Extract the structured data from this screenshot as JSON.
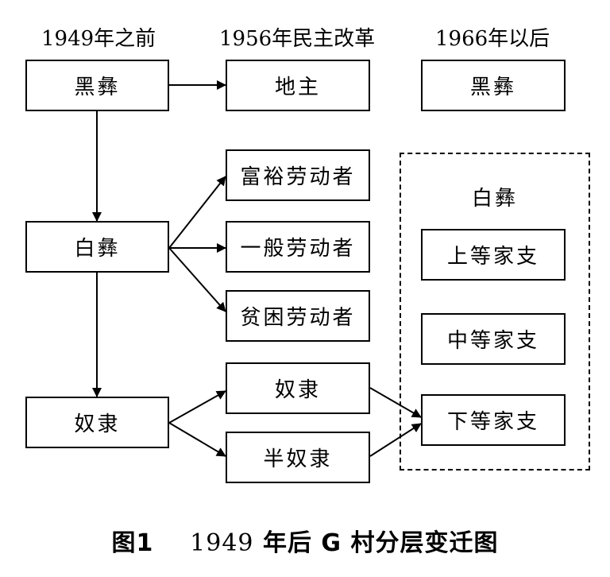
{
  "headers": {
    "col1": "1949年之前",
    "col2": "1956年民主改革",
    "col3": "1966年以后"
  },
  "col1": {
    "heiyi": "黑彝",
    "baiyi": "白彝",
    "nuli": "奴隶"
  },
  "col2": {
    "dizhu": "地主",
    "fuyu": "富裕劳动者",
    "yiban": "一般劳动者",
    "pinkun": "贫困劳动者",
    "nuli": "奴隶",
    "bannuli": "半奴隶"
  },
  "col3": {
    "heiyi": "黑彝",
    "baiyi_label": "白彝",
    "shangdeng": "上等家支",
    "zhongdeng": "中等家支",
    "xiadeng": "下等家支"
  },
  "caption": {
    "fig": "图1",
    "year": "1949",
    "text": "年后 G 村分层变迁图"
  }
}
